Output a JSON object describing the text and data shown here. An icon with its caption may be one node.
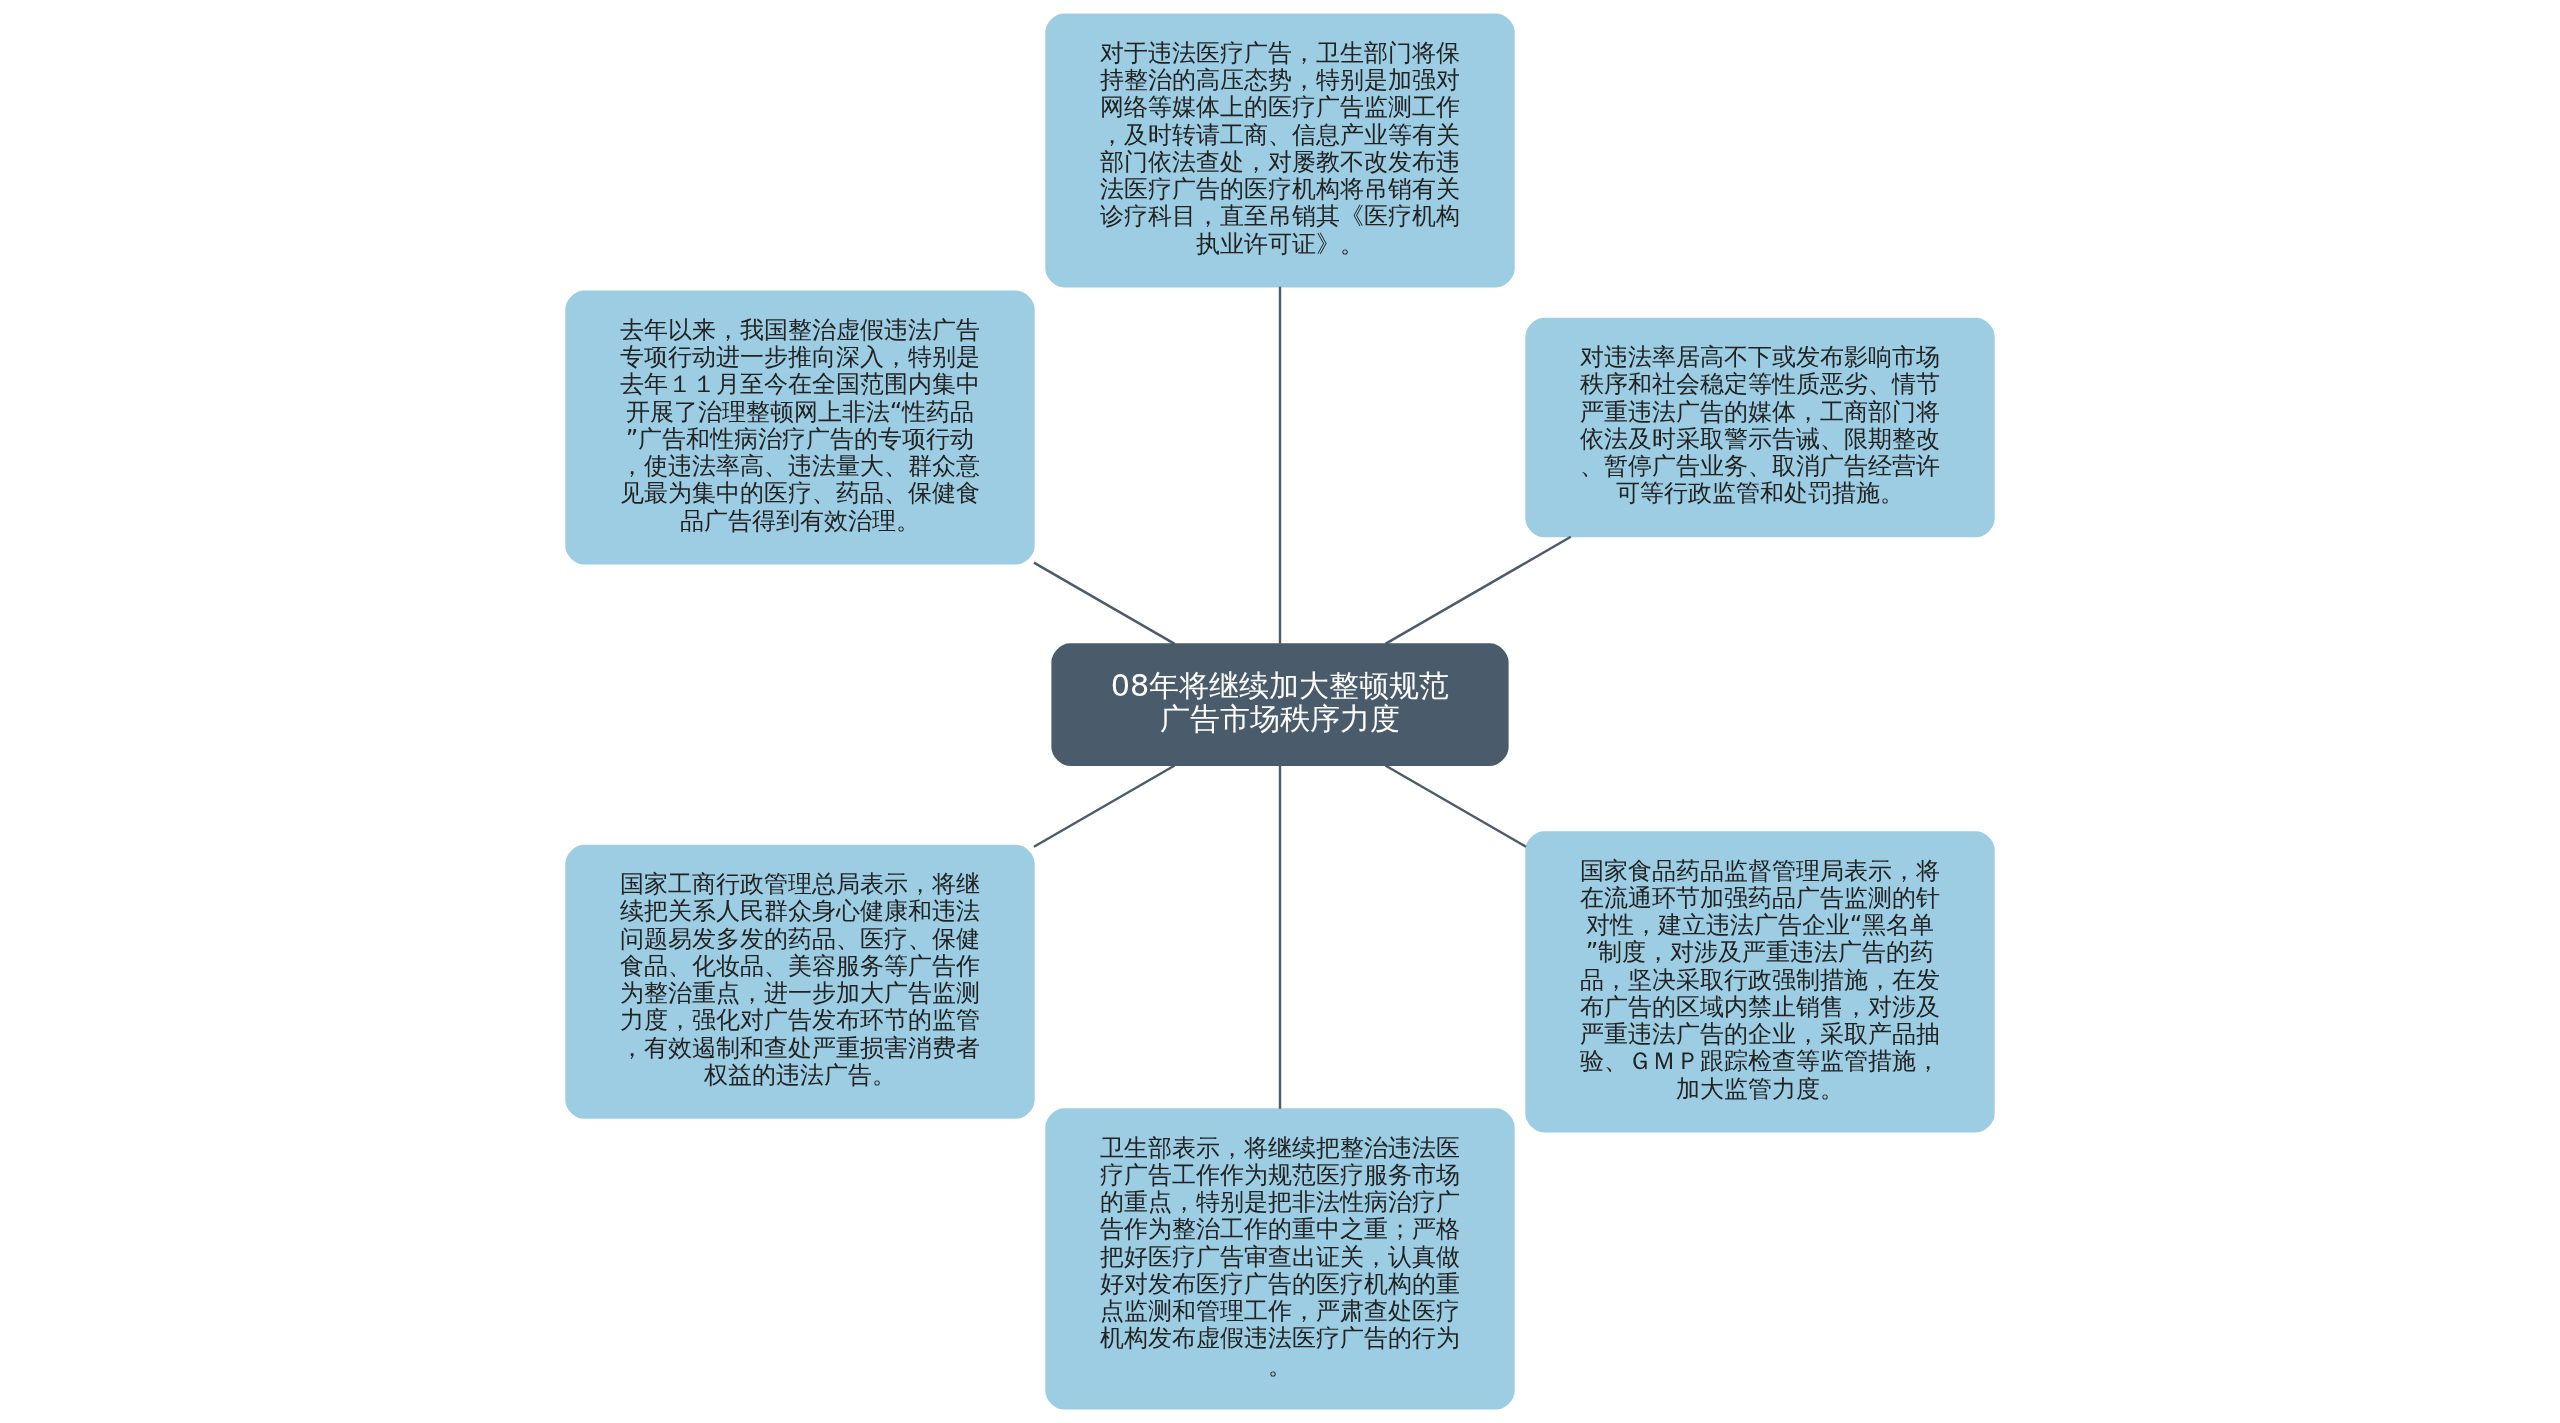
{
  "diagram": {
    "nodes": [
      {
        "text": [
          "08年将继续加大整顿规范广告市场秩序力度"
        ]
      },
      {
        "text": [
          "对违法率居高不下或发布影响市场秩序和社会稳定等性质恶劣、情节严重违法广告的媒体，工商部门将依法及时采取警示告诫、限期整改、暂停广告业务、取消广告经营许可等行政监管和处罚措施。"
        ]
      },
      {
        "text": [
          "对于违法医疗广告，卫生部门将保持整治的高压态势，特别是加强对网络等媒体上的医疗广告监测工作，及时转请工商、信息产业等有关部门依法查处，对屡教不改发布违法医疗广告的医疗机构将吊销有关诊疗科目，直至吊销其《医疗机构执业许可证》。"
        ]
      },
      {
        "text": [
          "去年以来，我国整治虚假违法广告专项行动进一步推向深入，特别是去年１１月至今在全国范围内集中开展了治理整顿网上非法“性药品”广告和性病治疗广告的专项行动，使违法率高、违法量大、群众意见最为集中的医疗、药品、保健食品广告得到有效治理。"
        ]
      },
      {
        "text": [
          "国家工商行政管理总局表示，将继续把关系人民群众身心健康和违法问题易发多发的药品、医疗、保健食品、化妆品、美容服务等广告作为整治重点，进一步加大广告监测力度，强化对广告发布环节的监管，有效遏制和查处严重损害消费者权益的违法广告。"
        ]
      },
      {
        "text": [
          "卫生部表示，将继续把整治违法医疗广告工作作为规范医疗服务市场的重点，特别是把非法性病治疗广告作为整治工作的重中之重；严格把好医疗广告审查出证关，认真做好对发布医疗广告的医疗机构的重点监测和管理工作，严肃查处医疗机构发布虚假违法医疗广告的行为。"
        ]
      },
      {
        "text": [
          "国家食品药品监督管理局表示，将在流通环节加强药品广告监测的针对性，建立违法广告企业“黑名单”制度，对涉及严重违法广告的药品，坚决采取行政强制措施，在发布广告的区域内禁止销售，对涉及严重违法广告的企业，采取产品抽验、ＧＭＰ跟踪检查等监管措施，加大监管力度。"
        ]
      }
    ],
    "edges": [
      {
        "from": 0,
        "to": 1,
        "arrow": "none"
      },
      {
        "from": 0,
        "to": 2,
        "arrow": "none"
      },
      {
        "from": 0,
        "to": 3,
        "arrow": "none"
      },
      {
        "from": 0,
        "to": 4,
        "arrow": "none"
      },
      {
        "from": 0,
        "to": 5,
        "arrow": "none"
      },
      {
        "from": 0,
        "to": 6,
        "arrow": "none"
      }
    ]
  }
}
